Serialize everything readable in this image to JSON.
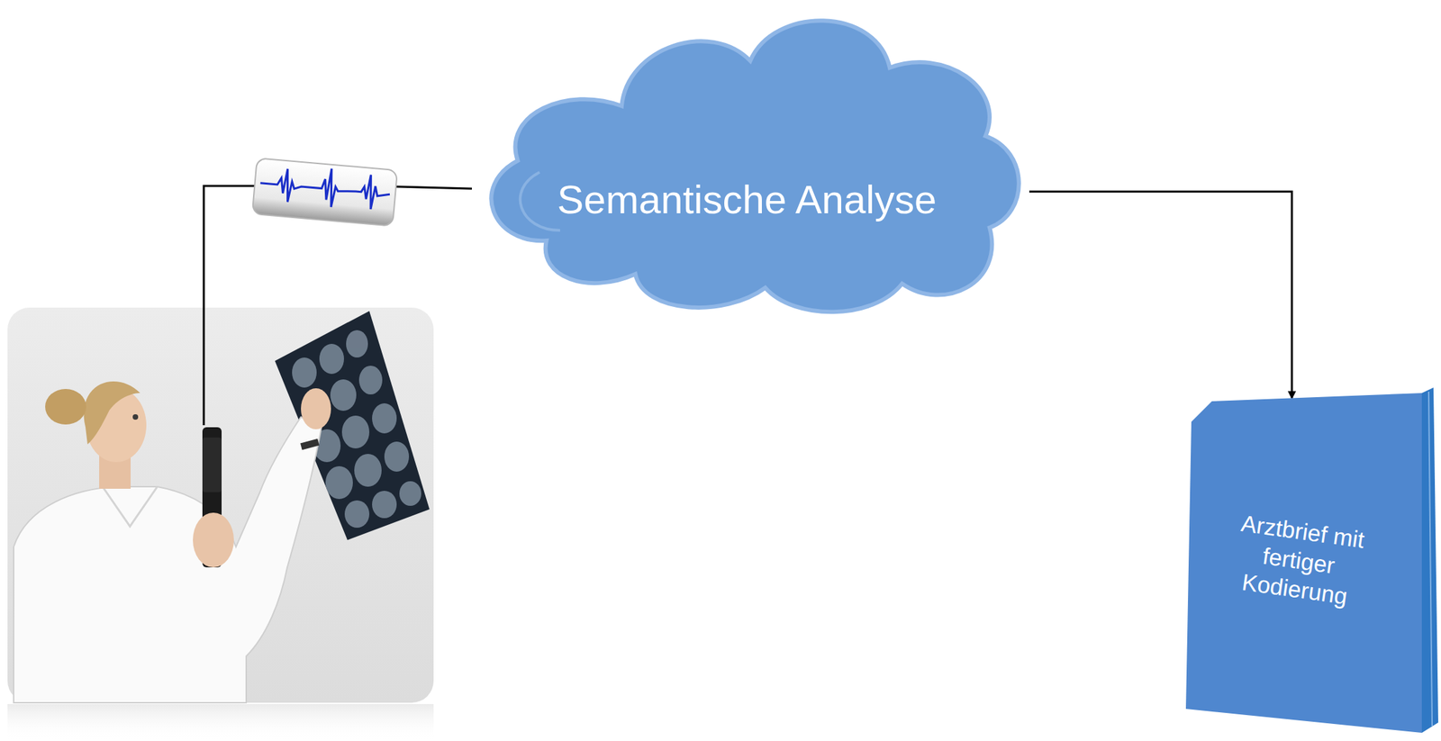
{
  "diagram": {
    "nodes": [
      {
        "text": [
          "Semantische Analyse"
        ]
      },
      {
        "text": [
          "Arztbrief mit fertiger Kodierung"
        ]
      }
    ],
    "edges": [
      {
        "from": 0,
        "to": 1,
        "arrow": "to"
      }
    ]
  }
}
